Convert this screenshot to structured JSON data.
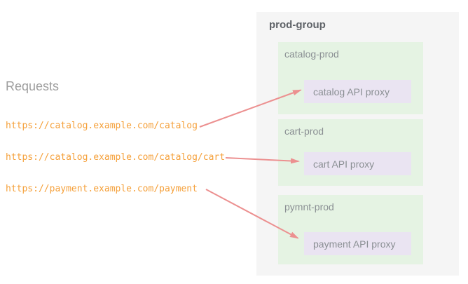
{
  "diagram": {
    "requests": {
      "label": "Requests",
      "urls": [
        "https://catalog.example.com/catalog",
        "https://catalog.example.com/catalog/cart",
        "https://payment.example.com/payment"
      ]
    },
    "prod_group": {
      "title": "prod-group",
      "environments": [
        {
          "name": "catalog-prod",
          "proxy": "catalog API proxy"
        },
        {
          "name": "cart-prod",
          "proxy": "cart API proxy"
        },
        {
          "name": "pymnt-prod",
          "proxy": "payment API proxy"
        }
      ]
    },
    "connections": [
      {
        "from": "https://catalog.example.com/catalog",
        "to": "catalog API proxy"
      },
      {
        "from": "https://catalog.example.com/catalog/cart",
        "to": "cart API proxy"
      },
      {
        "from": "https://payment.example.com/payment",
        "to": "payment API proxy"
      }
    ],
    "colors": {
      "group_bg": "#f5f5f5",
      "environment_bg": "#e5f3e3",
      "proxy_bg": "#eae4f2",
      "arrow": "#ec9090",
      "url_text": "#f5a03a",
      "label_text": "#8a8f93",
      "title_text": "#5f6368"
    }
  }
}
